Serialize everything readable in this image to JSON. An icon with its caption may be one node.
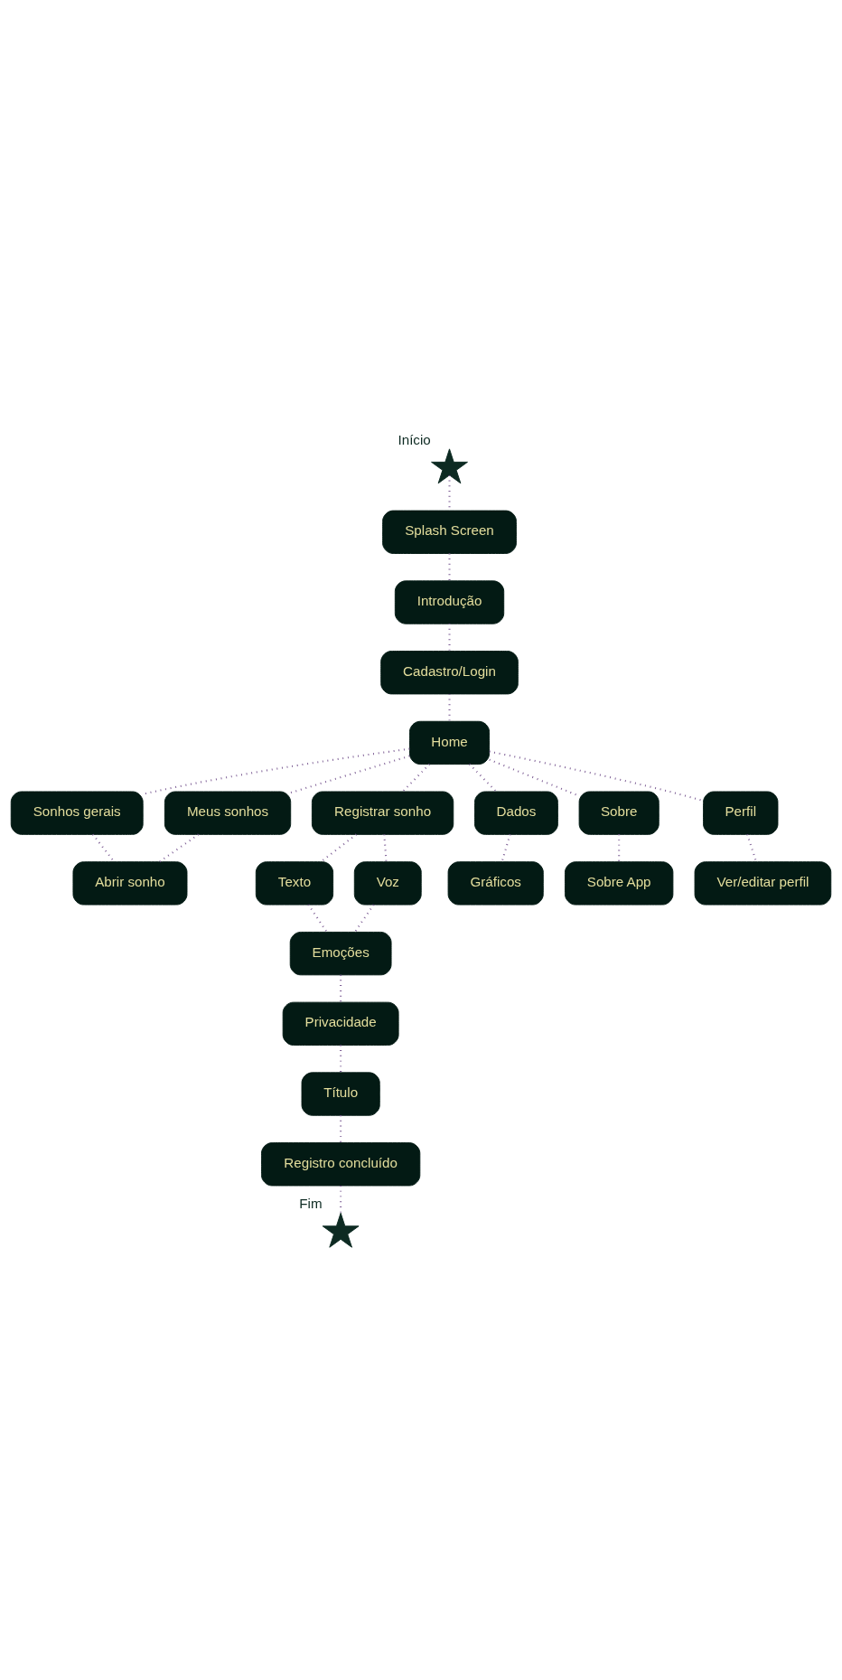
{
  "diagram": {
    "nodes": [
      {
        "text": [],
        "shape": "star",
        "beside": [
          "Início"
        ]
      },
      {
        "text": [
          "Splash Screen"
        ]
      },
      {
        "text": [
          "Introdução"
        ]
      },
      {
        "text": [
          "Cadastro/Login"
        ]
      },
      {
        "text": [
          "Home"
        ]
      },
      {
        "text": [
          "Sonhos gerais"
        ]
      },
      {
        "text": [
          "Meus sonhos"
        ]
      },
      {
        "text": [
          "Abrir sonho"
        ]
      },
      {
        "text": [
          "Registrar sonho"
        ]
      },
      {
        "text": [
          "Dados"
        ]
      },
      {
        "text": [
          "Sobre"
        ]
      },
      {
        "text": [
          "Perfil"
        ]
      },
      {
        "text": [
          "Texto"
        ]
      },
      {
        "text": [
          "Voz"
        ]
      },
      {
        "text": [
          "Gráficos"
        ]
      },
      {
        "text": [
          "Sobre App"
        ]
      },
      {
        "text": [
          "Ver/editar perfil"
        ]
      },
      {
        "text": [
          "Emoções"
        ]
      },
      {
        "text": [
          "Privacidade"
        ]
      },
      {
        "text": [
          "Título"
        ]
      },
      {
        "text": [
          "Registro concluído"
        ]
      },
      {
        "text": [],
        "shape": "star",
        "beside": [
          "Fim"
        ]
      }
    ],
    "edges": [
      {
        "from": 0,
        "to": 1,
        "arrow": "none"
      },
      {
        "from": 1,
        "to": 2,
        "arrow": "none"
      },
      {
        "from": 2,
        "to": 3,
        "arrow": "none"
      },
      {
        "from": 3,
        "to": 4,
        "arrow": "none"
      },
      {
        "from": 4,
        "to": 5,
        "arrow": "none"
      },
      {
        "from": 4,
        "to": 6,
        "arrow": "none"
      },
      {
        "from": 5,
        "to": 7,
        "arrow": "none"
      },
      {
        "from": 6,
        "to": 7,
        "arrow": "none"
      },
      {
        "from": 4,
        "to": 8,
        "arrow": "none"
      },
      {
        "from": 4,
        "to": 9,
        "arrow": "none"
      },
      {
        "from": 4,
        "to": 10,
        "arrow": "none"
      },
      {
        "from": 4,
        "to": 11,
        "arrow": "none"
      },
      {
        "from": 8,
        "to": 12,
        "arrow": "none"
      },
      {
        "from": 8,
        "to": 13,
        "arrow": "none"
      },
      {
        "from": 9,
        "to": 14,
        "arrow": "none"
      },
      {
        "from": 10,
        "to": 15,
        "arrow": "none"
      },
      {
        "from": 11,
        "to": 16,
        "arrow": "none"
      },
      {
        "from": 12,
        "to": 17,
        "arrow": "none"
      },
      {
        "from": 13,
        "to": 17,
        "arrow": "none"
      },
      {
        "from": 17,
        "to": 18,
        "arrow": "none"
      },
      {
        "from": 18,
        "to": 19,
        "arrow": "none"
      },
      {
        "from": 19,
        "to": 20,
        "arrow": "none"
      },
      {
        "from": 20,
        "to": 21,
        "arrow": "none"
      }
    ]
  }
}
